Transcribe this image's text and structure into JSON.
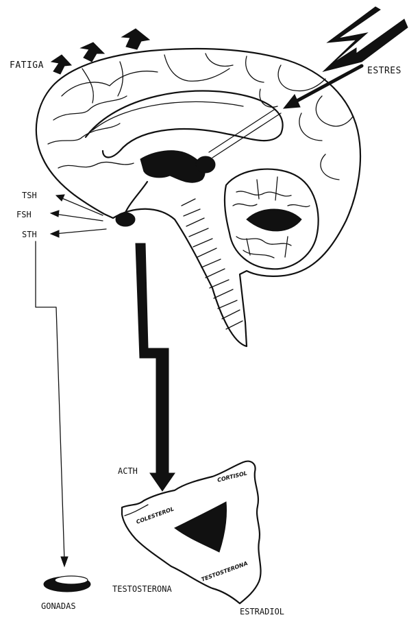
{
  "labels": {
    "fatiga": "FATIGA",
    "estres": "ESTRES",
    "tsh": "TSH",
    "fsh": "FSH",
    "sth": "STH",
    "acth": "ACTH",
    "gonadas": "GONADAS",
    "testosterona_outer": "TESTOSTERONA",
    "estradiol": "ESTRADIOL",
    "cortisol": "CORTISOL",
    "colesterol": "COLESTEROL",
    "testosterona_inner": "TESTOSTERONA"
  },
  "icons": {
    "brain": "brain-sagittal-icon",
    "lightning": "lightning-bolt-icon",
    "adrenal": "adrenal-gland-icon",
    "gonad": "gonad-icon"
  }
}
